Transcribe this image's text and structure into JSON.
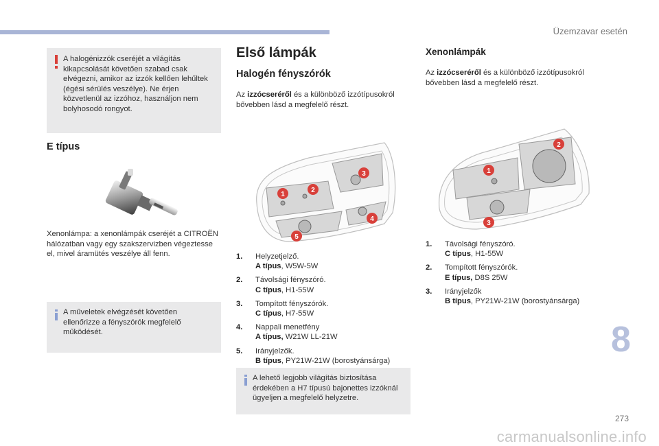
{
  "header": {
    "section_title": "Üzemzavar esetén"
  },
  "left": {
    "warning_text": "A halogénizzók cseréjét a világítás kikapcsolását követően szabad csak elvégezni, amikor az izzók kellően lehűltek (égési sérülés veszélye). Ne érjen közvetlenül az izzóhoz, használjon nem bolyhosodó rongyot.",
    "e_type_heading": "E típus",
    "xenon_note": "Xenonlámpa: a xenonlámpák cseréjét a CITROËN hálózatban vagy egy szakszervizben végeztesse el, mivel áramütés veszélye áll fenn.",
    "info_text": "A műveletek elvégzését követően ellenőrizze a fényszórók megfelelő működését."
  },
  "middle": {
    "title": "Első lámpák",
    "subtitle": "Halogén fényszórók",
    "intro_prefix": "Az ",
    "intro_bold": "izzócseréről",
    "intro_suffix": " és a különböző izzótípusokról bővebben lásd a megfelelő részt.",
    "items": [
      {
        "num": "1.",
        "label": "Helyzetjelző.",
        "type": "A típus",
        "rating": ", W5W-5W"
      },
      {
        "num": "2.",
        "label": "Távolsági fényszóró.",
        "type": "C típus",
        "rating": ", H1-55W"
      },
      {
        "num": "3.",
        "label": "Tompított fényszórók.",
        "type": "C típus",
        "rating": ", H7-55W"
      },
      {
        "num": "4.",
        "label": "Nappali menetfény",
        "type": "A típus,",
        "rating": " W21W LL-21W"
      },
      {
        "num": "5.",
        "label": "Irányjelzők.",
        "type": "B típus",
        "rating": ", PY21W-21W (borostyánsárga)"
      }
    ],
    "info_text": "A lehető legjobb világítás biztosítása érdekében a H7 típusú bajonettes izzóknál ügyeljen a megfelelő helyzetre.",
    "markers": [
      "1",
      "2",
      "3",
      "4",
      "5"
    ]
  },
  "right": {
    "title": "Xenonlámpák",
    "intro_prefix": "Az ",
    "intro_bold": "izzócseréről",
    "intro_suffix": " és a különböző izzótípusokról bővebben lásd a megfelelő részt.",
    "items": [
      {
        "num": "1.",
        "label": "Távolsági fényszóró.",
        "type": "C típus",
        "rating": ", H1-55W"
      },
      {
        "num": "2.",
        "label": "Tompított fényszórók.",
        "type": "E típus,",
        "rating": " D8S 25W"
      },
      {
        "num": "3.",
        "label": "Irányjelzők",
        "type": "B típus",
        "rating": ", PY21W-21W (borostyánsárga)"
      }
    ],
    "markers": [
      "1",
      "2",
      "3"
    ]
  },
  "chapter_number": "8",
  "page_number": "273",
  "watermark": "carmanualsonline.info",
  "colors": {
    "accent": "#a9b5d6",
    "marker": "#d8403a",
    "warning": "#d8403a",
    "info": "#8a9fd2",
    "box": "#e9e9ea"
  }
}
